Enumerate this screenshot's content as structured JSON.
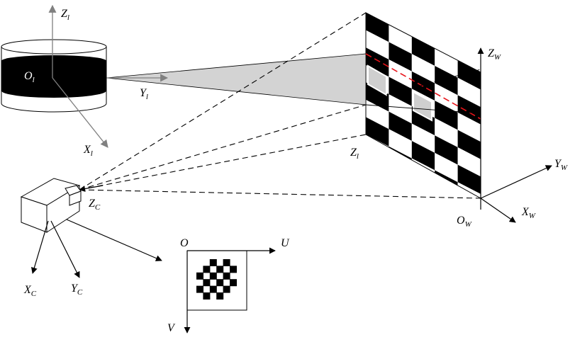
{
  "colors": {
    "stroke": "#000000",
    "gray_axis": "#808080",
    "beam_fill": "#d3d3d3",
    "laser_line": "#e8141a",
    "square_dark": "#000000",
    "square_light": "#ffffff"
  },
  "icons": [
    "laser-projector",
    "camera",
    "checkerboard",
    "image-plane"
  ],
  "labels": {
    "laser_z": {
      "main": "Z",
      "sub": "l"
    },
    "laser_origin": {
      "main": "O",
      "sub": "l"
    },
    "laser_y": {
      "main": "Y",
      "sub": "l"
    },
    "laser_x": {
      "main": "X",
      "sub": "l"
    },
    "board_z": {
      "main": "Z",
      "sub": "l"
    },
    "world_z": {
      "main": "Z",
      "sub": "W"
    },
    "world_y": {
      "main": "Y",
      "sub": "W"
    },
    "world_x": {
      "main": "X",
      "sub": "W"
    },
    "world_origin": {
      "main": "O",
      "sub": "W"
    },
    "camera_z": {
      "main": "Z",
      "sub": "C"
    },
    "camera_x": {
      "main": "X",
      "sub": "C"
    },
    "camera_y": {
      "main": "Y",
      "sub": "C"
    },
    "image_origin": "O",
    "image_u": "U",
    "image_v": "V"
  }
}
